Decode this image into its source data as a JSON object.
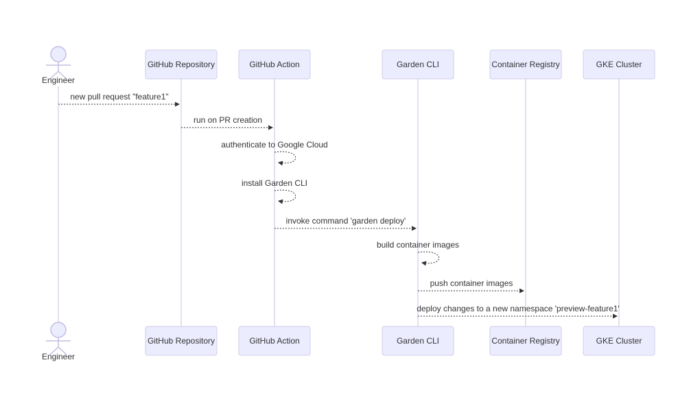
{
  "diagram": {
    "type": "sequence-diagram",
    "background": "#ffffff",
    "colors": {
      "participant_fill": "#ECECFF",
      "participant_border": "#CFCDE8",
      "lifeline": "#D8D5EA",
      "message_line": "#333333",
      "text": "#333333"
    },
    "actors": [
      {
        "id": "engineer",
        "label": "Engineer",
        "kind": "actor"
      },
      {
        "id": "github-repository",
        "label": "GitHub Repository",
        "kind": "participant"
      },
      {
        "id": "github-action",
        "label": "GitHub Action",
        "kind": "participant"
      },
      {
        "id": "garden-cli",
        "label": "Garden CLI",
        "kind": "participant"
      },
      {
        "id": "container-registry",
        "label": "Container Registry",
        "kind": "participant"
      },
      {
        "id": "gke-cluster",
        "label": "GKE Cluster",
        "kind": "participant"
      }
    ],
    "messages": [
      {
        "from": "engineer",
        "to": "github-repository",
        "text": "new pull request \"feature1\"",
        "style": "dotted-arrow"
      },
      {
        "from": "github-repository",
        "to": "github-action",
        "text": "run on PR creation",
        "style": "dotted-arrow"
      },
      {
        "from": "github-action",
        "to": "github-action",
        "text": "authenticate to Google Cloud",
        "style": "dotted-self-loop"
      },
      {
        "from": "github-action",
        "to": "github-action",
        "text": "install Garden CLI",
        "style": "dotted-self-loop"
      },
      {
        "from": "github-action",
        "to": "garden-cli",
        "text": "invoke command 'garden deploy'",
        "style": "dotted-arrow"
      },
      {
        "from": "garden-cli",
        "to": "garden-cli",
        "text": "build container images",
        "style": "dotted-self-loop"
      },
      {
        "from": "garden-cli",
        "to": "container-registry",
        "text": "push container images",
        "style": "dotted-arrow"
      },
      {
        "from": "garden-cli",
        "to": "gke-cluster",
        "text": "deploy changes to a new namespace 'preview-feature1'",
        "style": "dotted-arrow"
      }
    ]
  }
}
